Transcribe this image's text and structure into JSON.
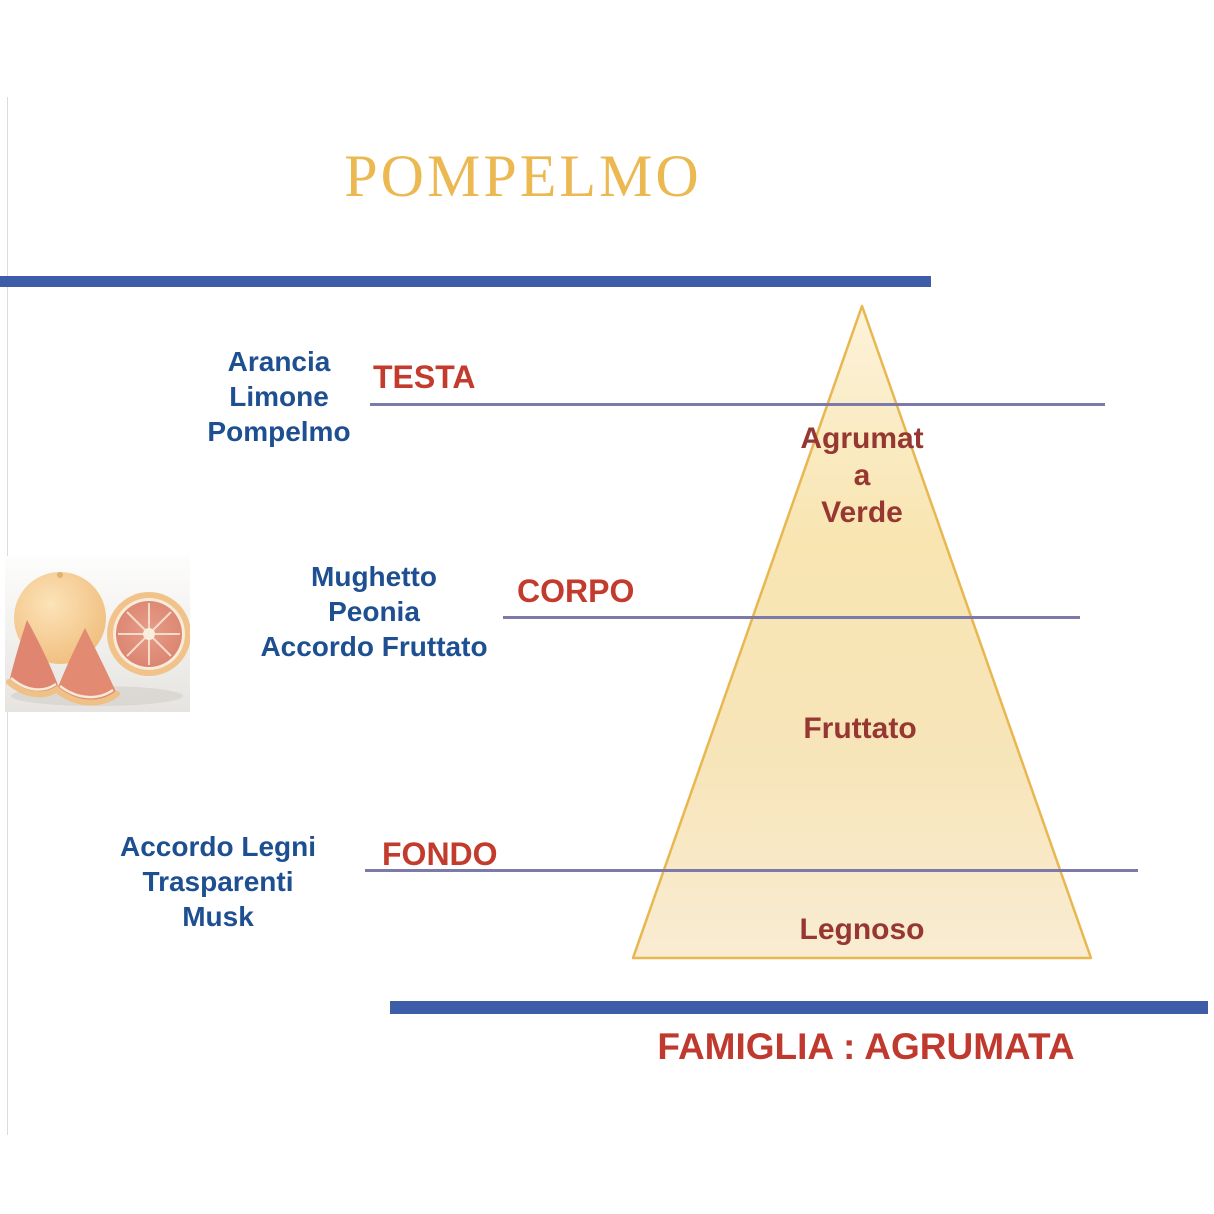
{
  "page": {
    "title": "POMPELMO",
    "family_label": "FAMIGLIA : AGRUMATA"
  },
  "pyramid": {
    "levels": [
      {
        "section_label": "TESTA",
        "notes": [
          "Arancia",
          "Limone",
          "Pompelmo"
        ],
        "facet": "Agrumat\na\nVerde"
      },
      {
        "section_label": "CORPO",
        "notes": [
          "Mughetto",
          "Peonia",
          "Accordo Fruttato"
        ],
        "facet": "Fruttato"
      },
      {
        "section_label": "FONDO",
        "notes": [
          "Accordo Legni",
          "Trasparenti",
          "Musk"
        ],
        "facet": "Legnoso"
      }
    ]
  },
  "image": {
    "name": "grapefruit-photo"
  },
  "colors": {
    "title_gold": "#ecb852",
    "accent_bar_blue": "#3d5da9",
    "divider_line": "#7b7aa8",
    "section_red": "#c23b2c",
    "notes_navy": "#1d4f91",
    "facet_maroon": "#963731",
    "pyramid_fill": "#f8e5b2",
    "pyramid_border": "#e9b750"
  }
}
